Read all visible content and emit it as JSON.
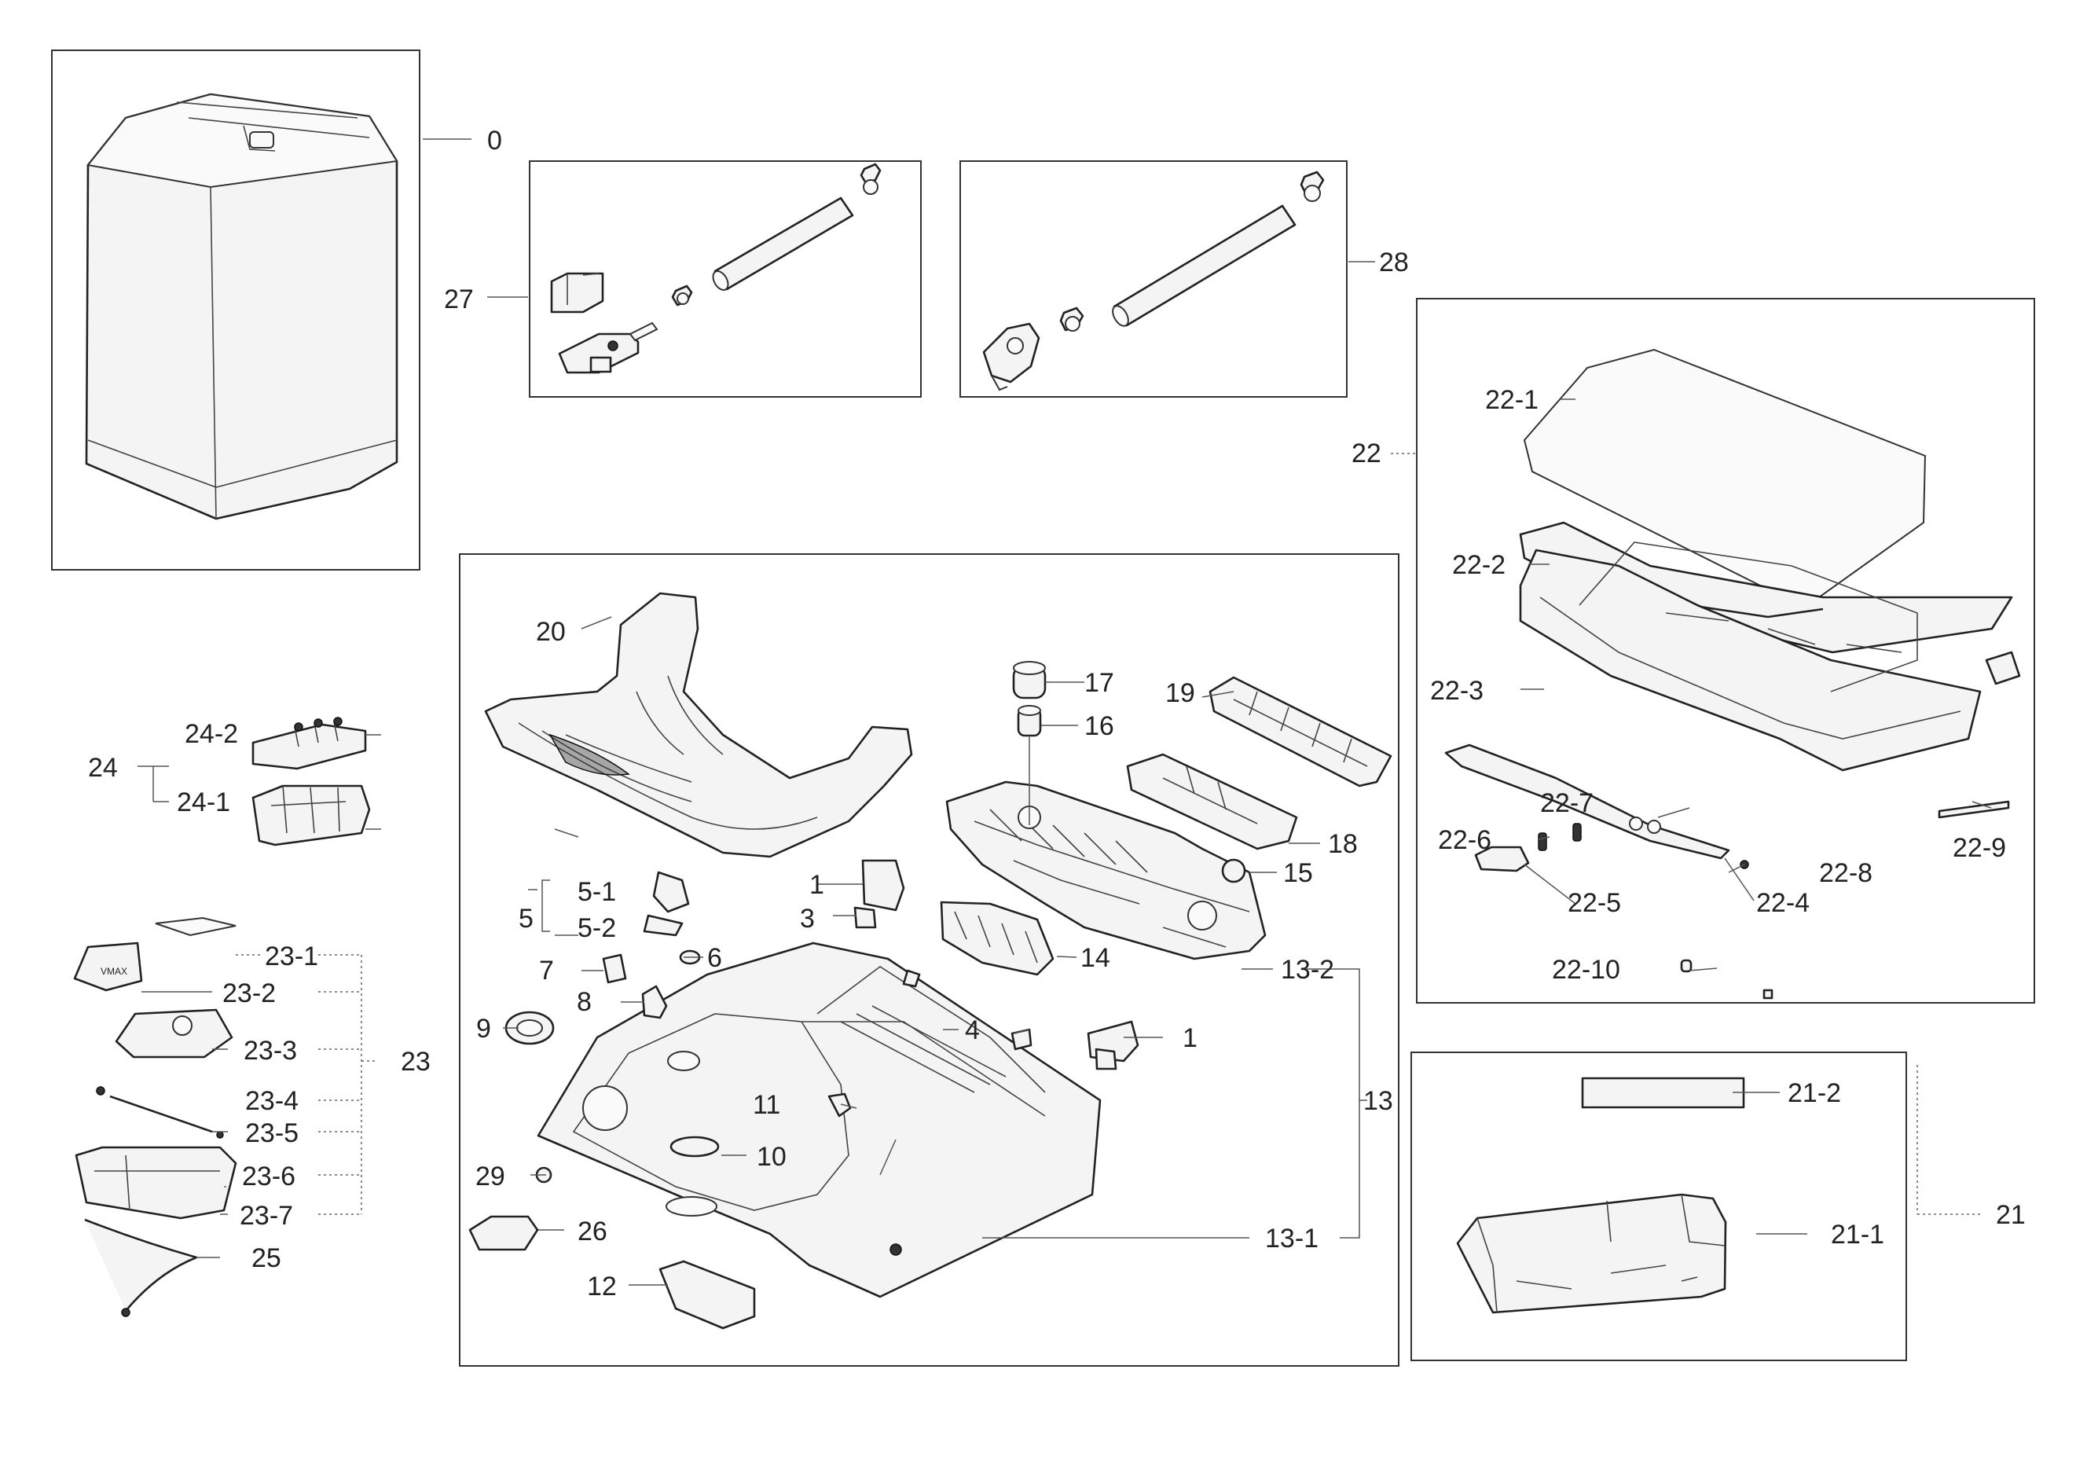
{
  "labels": {
    "l0": "0",
    "l1a": "1",
    "l1b": "1",
    "l3": "3",
    "l4": "4",
    "l5": "5",
    "l5_1": "5-1",
    "l5_2": "5-2",
    "l6": "6",
    "l7": "7",
    "l8": "8",
    "l9": "9",
    "l10": "10",
    "l11": "11",
    "l12": "12",
    "l13": "13",
    "l13_1": "13-1",
    "l13_2": "13-2",
    "l14": "14",
    "l15": "15",
    "l16": "16",
    "l17": "17",
    "l18": "18",
    "l19": "19",
    "l20": "20",
    "l21": "21",
    "l21_1": "21-1",
    "l21_2": "21-2",
    "l22": "22",
    "l22_1": "22-1",
    "l22_2": "22-2",
    "l22_3": "22-3",
    "l22_4": "22-4",
    "l22_5": "22-5",
    "l22_6": "22-6",
    "l22_7": "22-7",
    "l22_8": "22-8",
    "l22_9": "22-9",
    "l22_10": "22-10",
    "l23": "23",
    "l23_1": "23-1",
    "l23_2": "23-2",
    "l23_3": "23-3",
    "l23_4": "23-4",
    "l23_5": "23-5",
    "l23_6": "23-6",
    "l23_7": "23-7",
    "l24": "24",
    "l24_1": "24-1",
    "l24_2": "24-2",
    "l25": "25",
    "l26": "26",
    "l27": "27",
    "l28": "28",
    "l29": "29"
  },
  "stamp_text": "VMAX"
}
